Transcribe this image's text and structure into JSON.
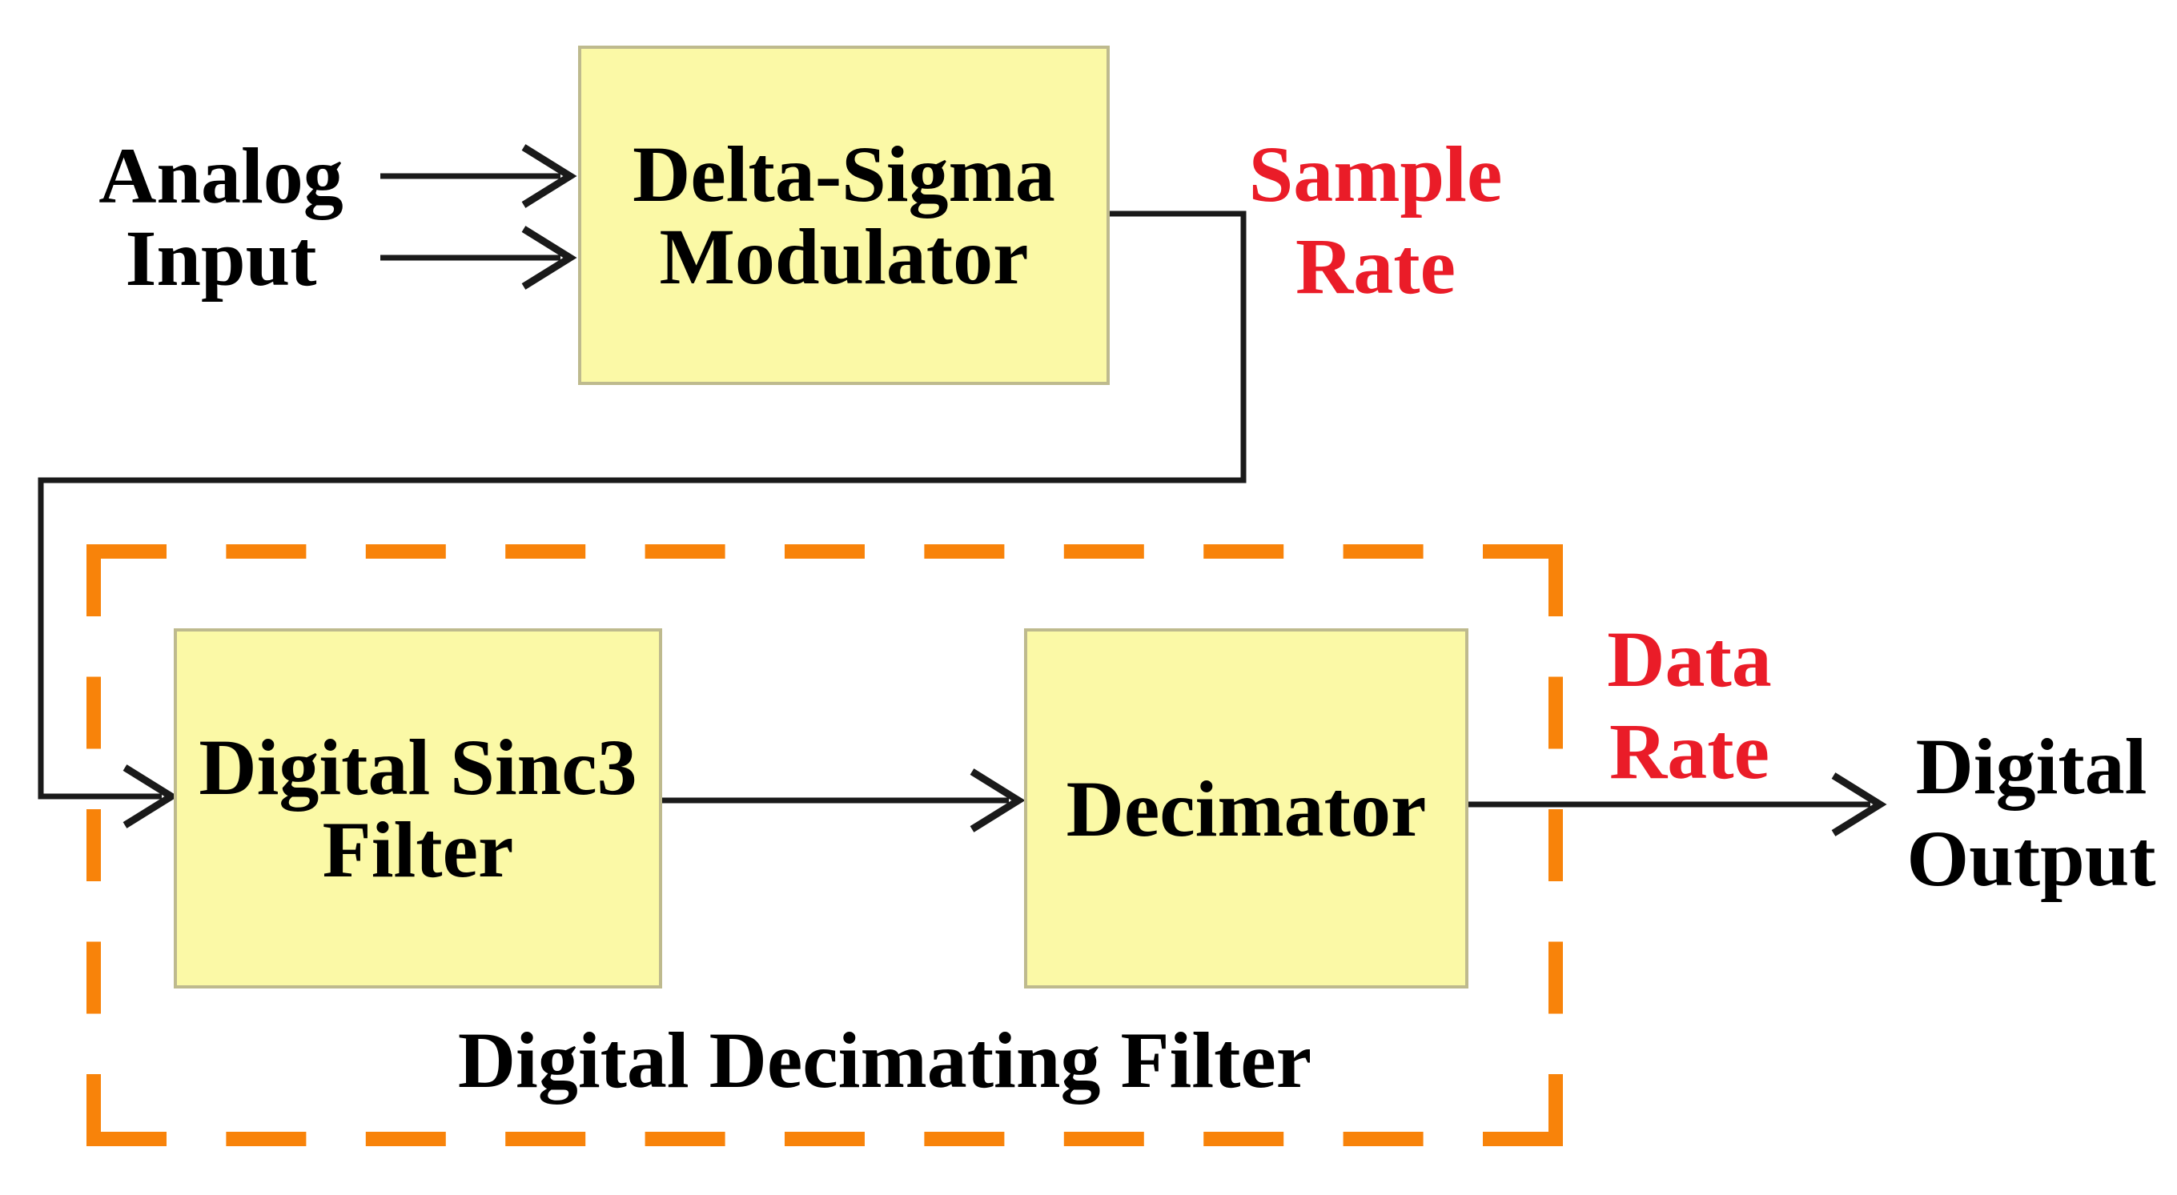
{
  "colors": {
    "wire": "#1a1a1a",
    "box-fill": "#FBF9A6",
    "box-border": "#BEBA8E",
    "accent-orange": "#F8830A",
    "accent-red": "#EA1C28",
    "text": "#000000",
    "bg": "#ffffff"
  },
  "blocks": {
    "modulator": {
      "line1": "Delta-Sigma",
      "line2": "Modulator"
    },
    "sinc3": {
      "line1": "Digital Sinc3",
      "line2": "Filter"
    },
    "decimator": {
      "label": "Decimator"
    }
  },
  "labels": {
    "analog_input": {
      "line1": "Analog",
      "line2": "Input"
    },
    "sample_rate": {
      "line1": "Sample",
      "line2": "Rate"
    },
    "data_rate": {
      "line1": "Data",
      "line2": "Rate"
    },
    "digital_output": {
      "line1": "Digital",
      "line2": "Output"
    },
    "group_box": "Digital Decimating Filter"
  }
}
